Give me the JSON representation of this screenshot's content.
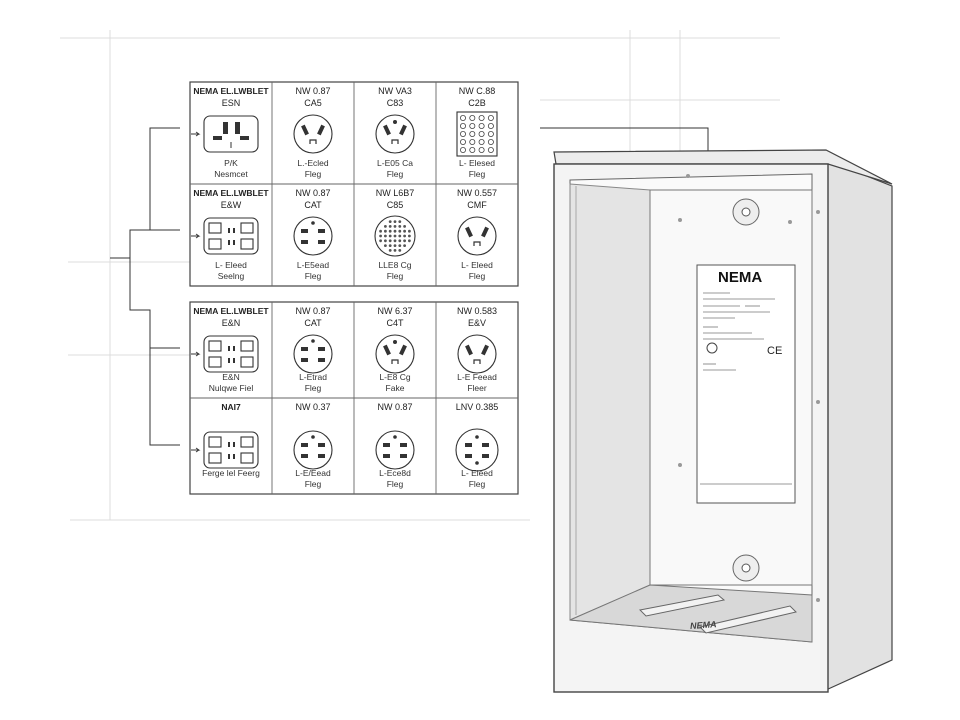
{
  "table_a": {
    "cells": [
      {
        "top": "NEMA EL.LWBLET",
        "sub": "ESN",
        "bottom1": "P/K",
        "bottom2": "Nesmcet",
        "face": "hot"
      },
      {
        "top": "NW 0.87",
        "sub": "CA5",
        "bottom1": "L.-Ecled",
        "bottom2": "Fleg",
        "face": "round3"
      },
      {
        "top": "NW VA3",
        "sub": "C83",
        "bottom1": "L-E05 Ca",
        "bottom2": "Fleg",
        "face": "round3r"
      },
      {
        "top": "NW C.88",
        "sub": "C2B",
        "bottom1": "L- Elesed",
        "bottom2": "Fleg",
        "face": "grid"
      },
      {
        "top": "NEMA EL.LWBLET",
        "sub": "E&W",
        "bottom1": "L- Eleed",
        "bottom2": "Seelng",
        "face": "rect"
      },
      {
        "top": "NW 0.87",
        "sub": "CAT",
        "bottom1": "L-E5ead",
        "bottom2": "Fleg",
        "face": "round4"
      },
      {
        "top": "NW L6B7",
        "sub": "C85",
        "bottom1": "LLE8 Cg",
        "bottom2": "Fleg",
        "face": "dots"
      },
      {
        "top": "NW 0.557",
        "sub": "CMF",
        "bottom1": "L- Eleed",
        "bottom2": "Fleg",
        "face": "round3"
      }
    ]
  },
  "table_b": {
    "cells": [
      {
        "top": "NEMA EL.LWBLET",
        "sub": "E&N",
        "bottom1": "E&N",
        "bottom2": "Nulqwe Fiel",
        "face": "rect"
      },
      {
        "top": "NW 0.87",
        "sub": "CAT",
        "bottom1": "L-Etrad",
        "bottom2": "Fleg",
        "face": "round4"
      },
      {
        "top": "NW 6.37",
        "sub": "C4T",
        "bottom1": "L-E8 Cg",
        "bottom2": "Fake",
        "face": "round3r"
      },
      {
        "top": "NW 0.583",
        "sub": "E&V",
        "bottom1": "L-E Feead",
        "bottom2": "Fleer",
        "face": "round3"
      },
      {
        "top": "NAI7",
        "sub": "",
        "bottom1": "Ferge lel Feerg",
        "bottom2": "",
        "face": "rect"
      },
      {
        "top": "NW 0.37",
        "sub": "",
        "bottom1": "L-E/Eead",
        "bottom2": "Fleg",
        "face": "round4"
      },
      {
        "top": "NW 0.87",
        "sub": "",
        "bottom1": "L-Ece8d",
        "bottom2": "Fleg",
        "face": "round4"
      },
      {
        "top": "LNV 0.385",
        "sub": "",
        "bottom1": "L- Eleed",
        "bottom2": "Fleg",
        "face": "round4b"
      }
    ]
  },
  "enclosure": {
    "label_title": "NEMA",
    "floor_mark": "NEMA",
    "ce_mark": "CE"
  },
  "colors": {
    "line": "#333333",
    "guide": "#d6d6d6",
    "panel": "#ececec",
    "box_shade": "#cfcfcf"
  }
}
